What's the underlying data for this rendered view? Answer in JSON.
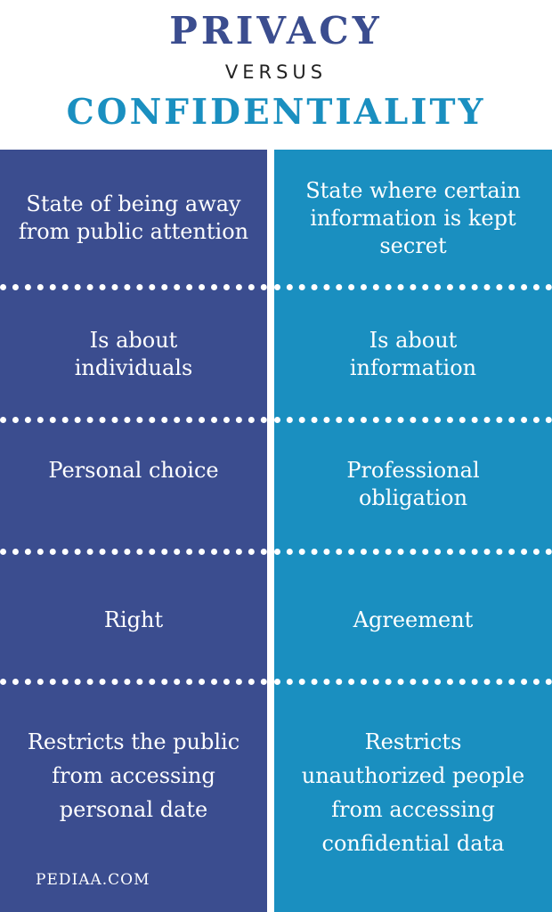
{
  "header": {
    "title_top": "PRIVACY",
    "versus": "VERSUS",
    "title_bottom": "CONFIDENTIALITY"
  },
  "colors": {
    "left": "#3b4d8f",
    "right": "#1a8fc0"
  },
  "rows": [
    {
      "left": "State of being away from public attention",
      "right": "State where certain information is kept secret"
    },
    {
      "left": "Is about individuals",
      "right": "Is about information"
    },
    {
      "left": "Personal choice",
      "right": "Professional obligation"
    },
    {
      "left": "Right",
      "right": "Agreement"
    },
    {
      "left": "Restricts the public from accessing personal date",
      "right": "Restricts unauthorized people from accessing confidential data"
    }
  ],
  "footer": {
    "credit": "PEDIAA.COM"
  }
}
